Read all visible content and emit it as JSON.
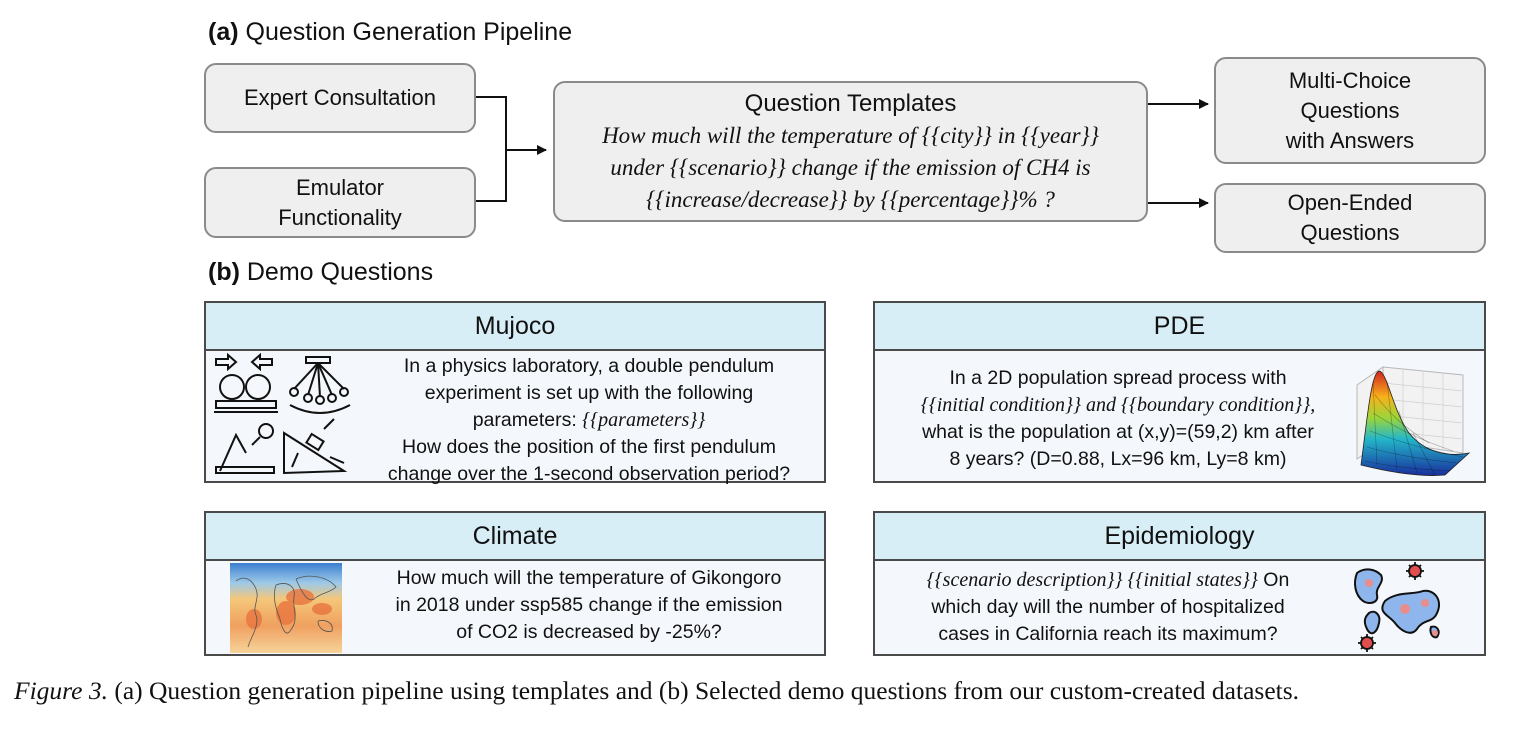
{
  "section_a": {
    "label": "(a)",
    "title": "Question Generation Pipeline"
  },
  "pipeline": {
    "inputs": [
      {
        "lines": [
          "Expert Consultation"
        ]
      },
      {
        "lines": [
          "Emulator",
          "Functionality"
        ]
      }
    ],
    "template": {
      "title": "Question Templates",
      "lines": [
        "How much will the temperature of {{city}} in {{year}}",
        "under {{scenario}} change if the emission of CH4 is",
        "{{increase/decrease}} by {{percentage}}% ?"
      ]
    },
    "outputs": [
      {
        "lines": [
          "Multi-Choice",
          "Questions",
          "with Answers"
        ]
      },
      {
        "lines": [
          "Open-Ended",
          "Questions"
        ]
      }
    ]
  },
  "section_b": {
    "label": "(b)",
    "title": "Demo Questions"
  },
  "cards": {
    "mujoco": {
      "title": "Mujoco",
      "line1": "In a physics laboratory, a double pendulum",
      "line2": "experiment is set up with the following",
      "line3_prefix": "parameters: ",
      "line3_var": "{{parameters}}",
      "line4": "How does the position of the first pendulum",
      "line5": "change over the 1-second observation period?"
    },
    "pde": {
      "title": "PDE",
      "line1": "In a 2D population spread process with",
      "line2_var": "{{initial condition}} and {{boundary condition}},",
      "line3": "what is the population at (x,y)=(59,2) km after",
      "line4": "8 years? (D=0.88, Lx=96 km, Ly=8 km)"
    },
    "climate": {
      "title": "Climate",
      "line1": "How much will the temperature of Gikongoro",
      "line2": "in 2018 under ssp585 change if the emission",
      "line3": "of CO2 is decreased by -25%?"
    },
    "epidemiology": {
      "title": "Epidemiology",
      "line1_var": "{{scenario description}} {{initial states}}",
      "line1_rest": " On",
      "line2": "which day will the number of hospitalized",
      "line3": "cases in California reach its maximum?"
    }
  },
  "caption": {
    "label": "Figure 3.",
    "text": " (a) Question generation pipeline using templates and (b) Selected demo questions from our custom-created datasets."
  },
  "colors": {
    "card_header": "#d8eef7",
    "card_body": "#f4f7fb",
    "pipeline_box": "#efefef"
  }
}
